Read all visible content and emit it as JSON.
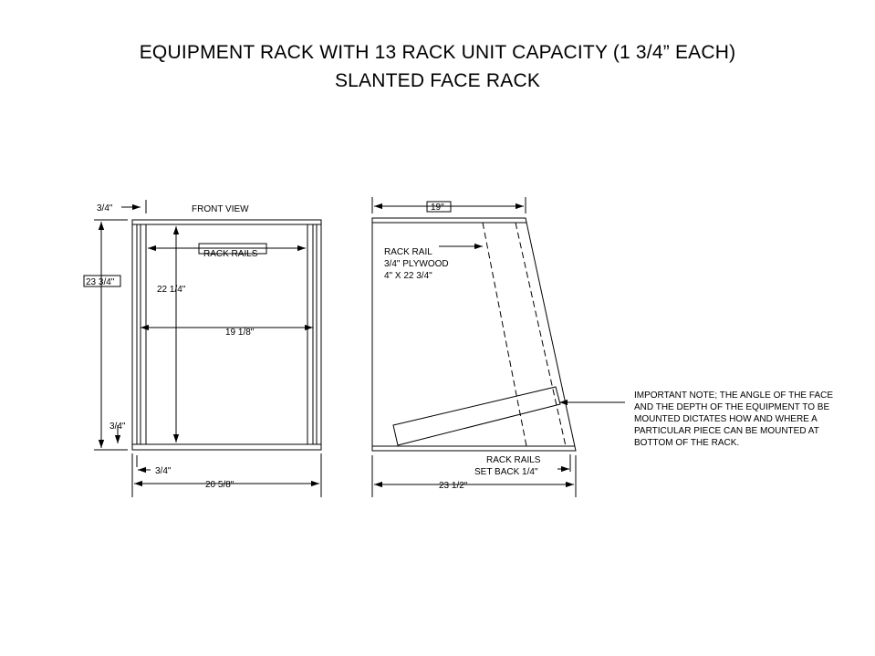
{
  "title": {
    "line1": "EQUIPMENT RACK WITH 13 RACK UNIT CAPACITY (1 3/4” EACH)",
    "line2": "SLANTED FACE RACK"
  },
  "front_view": {
    "view_label": "FRONT VIEW",
    "top_thickness": "3/4\"",
    "rack_rails": "RACK RAILS",
    "overall_height": "23 3/4\"",
    "inner_height": "22 1/4\"",
    "inner_width": "19 1/8\"",
    "bottom_thickness": "3/4\"",
    "side_thickness": "3/4\"",
    "overall_width": "20 5/8\""
  },
  "side_view": {
    "top_depth": "19\"",
    "rail_label_1": "RACK RAIL",
    "rail_label_2": "3/4\" PLYWOOD",
    "rail_label_3": "4\" X 22 3/4\"",
    "setback_1": "RACK RAILS",
    "setback_2": "SET BACK 1/4\"",
    "bottom_depth": "23 1/2\""
  },
  "note": {
    "lines": [
      "IMPORTANT NOTE; THE ANGLE OF THE FACE",
      "AND THE DEPTH OF THE EQUIPMENT TO BE",
      "MOUNTED DICTATES HOW AND WHERE A",
      "PARTICULAR PIECE CAN BE MOUNTED AT",
      "BOTTOM OF THE RACK."
    ]
  }
}
